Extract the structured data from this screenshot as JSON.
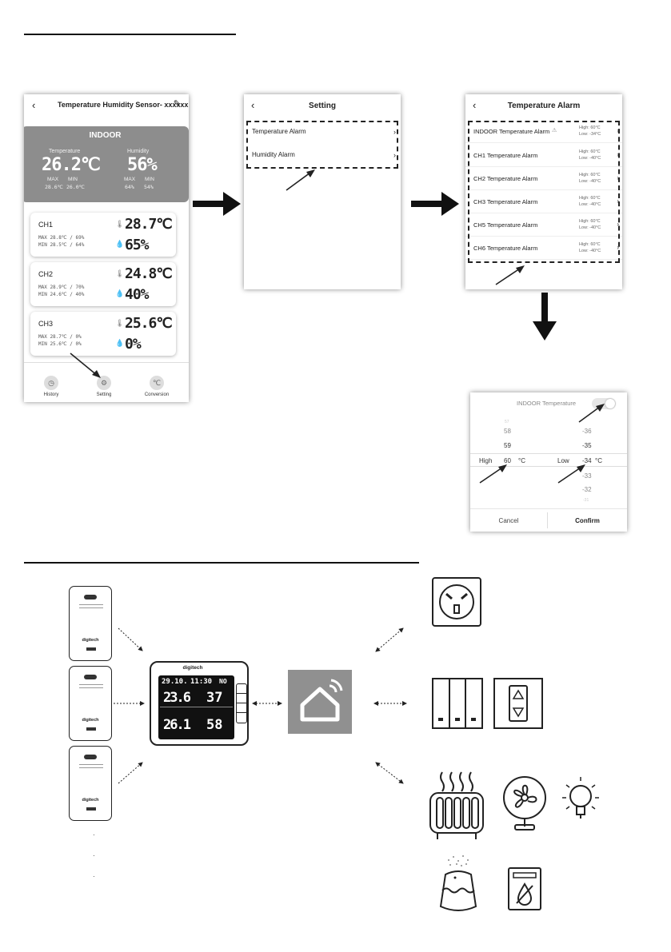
{
  "screen_main": {
    "title": "Temperature Humidity Sensor- xxxxxx",
    "indoor": {
      "label": "INDOOR",
      "temp_label": "Temperature",
      "humidity_label": "Humidity",
      "temp": "26.2℃",
      "humidity": "56%",
      "max_label": "MAX",
      "min_label": "MIN",
      "temp_max": "28.6℃",
      "temp_min": "26.0℃",
      "hum_max": "64%",
      "hum_min": "54%"
    },
    "channels": [
      {
        "name": "CH1",
        "max": "MAX 28.8℃ / 69%",
        "min": "MIN 28.5℃ / 64%",
        "temp": "28.7℃",
        "humidity": "65%"
      },
      {
        "name": "CH2",
        "max": "MAX 28.9℃ / 70%",
        "min": "MIN 24.6℃ / 40%",
        "temp": "24.8℃",
        "humidity": "40%"
      },
      {
        "name": "CH3",
        "max": "MAX 28.7℃ / 0%",
        "min": "MIN 25.6℃ / 0%",
        "temp": "25.6℃",
        "humidity": "0%"
      }
    ],
    "nav": {
      "history": "History",
      "setting": "Setting",
      "conversion": "Conversion"
    }
  },
  "screen_setting": {
    "title": "Setting",
    "items": [
      "Temperature Alarm",
      "Humidity Alarm"
    ]
  },
  "screen_alarm": {
    "title": "Temperature Alarm",
    "rows": [
      {
        "label": "INDOOR  Temperature Alarm",
        "high": "High: 60°C",
        "low": "Low: -34°C"
      },
      {
        "label": "CH1 Temperature Alarm",
        "high": "High: 60°C",
        "low": "Low: -40°C"
      },
      {
        "label": "CH2 Temperature Alarm",
        "high": "High: 60°C",
        "low": "Low: -40°C"
      },
      {
        "label": "CH3 Temperature Alarm",
        "high": "High: 60°C",
        "low": "Low: -40°C"
      },
      {
        "label": "CH5 Temperature Alarm",
        "high": "High: 60°C",
        "low": "Low: -40°C"
      },
      {
        "label": "CH6 Temperature Alarm",
        "high": "High: 60°C",
        "low": "Low: -40°C"
      }
    ]
  },
  "screen_picker": {
    "title": "INDOOR  Temperature",
    "high_label": "High",
    "low_label": "Low",
    "unit": "°C",
    "high_values": [
      "57",
      "58",
      "59",
      "60"
    ],
    "low_values": [
      "-36",
      "-35",
      "-34",
      "-33",
      "-32",
      "-31"
    ],
    "cancel": "Cancel",
    "confirm": "Confirm"
  },
  "station": {
    "brand": "digitech",
    "line1_left": "29.10.",
    "line1_mid": "11:30",
    "line1_right": "NO",
    "indoor_temp": "23.6",
    "indoor_hum": "37",
    "outdoor_temp": "26.1",
    "outdoor_hum": "58"
  },
  "sensor_brand": "digitech",
  "bullets": [
    "·",
    "·",
    "·"
  ]
}
